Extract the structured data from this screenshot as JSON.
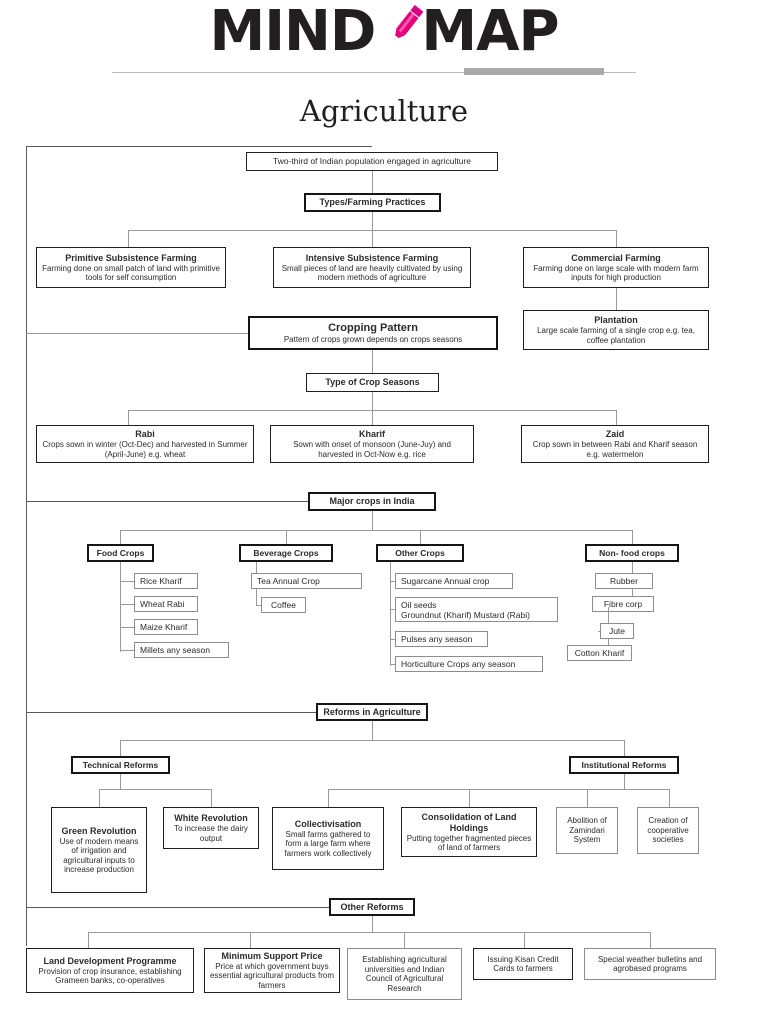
{
  "header": {
    "title_mind": "MIND",
    "title_map": "MAP",
    "pencil_icon": "pencil-icon",
    "pencil_color": "#e5007e",
    "subject": "Agriculture"
  },
  "root": {
    "intro": "Two-third of Indian population engaged in agriculture",
    "types_label": "Types/Farming Practices"
  },
  "farming_types": [
    {
      "title": "Primitive Subsistence Farming",
      "desc": "Farming done on small patch of land with primitive tools for self consumption"
    },
    {
      "title": "Intensive Subsistence Farming",
      "desc": "Small pieces of land are heavily cultivated by using modern methods of agriculture"
    },
    {
      "title": "Commercial Farming",
      "desc": "Farming done on large scale with modern farm inputs for high production"
    }
  ],
  "plantation": {
    "title": "Plantation",
    "desc": "Large scale farming of a single crop e.g. tea, coffee plantation"
  },
  "cropping_pattern": {
    "title": "Cropping Pattern",
    "desc": "Pattern of crops grown depends on crops seasons"
  },
  "crop_seasons": {
    "label": "Type of Crop Seasons",
    "items": [
      {
        "title": "Rabi",
        "desc": "Crops sown in winter (Oct-Dec) and harvested in Summer (April-June) e.g. wheat"
      },
      {
        "title": "Kharif",
        "desc": "Sown with onset of monsoon (June-Juy) and harvested in Oct-Now e.g. rice"
      },
      {
        "title": "Zaid",
        "desc": "Crop sown in between Rabi and Kharif season e.g. watermelon"
      }
    ]
  },
  "major_crops": {
    "label": "Major crops in India",
    "categories": [
      {
        "name": "Food Crops",
        "items": [
          "Rice Kharif",
          "Wheat Rabi",
          "Maize Kharif",
          "Millets any season"
        ]
      },
      {
        "name": "Beverage Crops",
        "items": [
          "Tea Annual Crop",
          "Coffee"
        ]
      },
      {
        "name": "Other Crops",
        "items": [
          "Sugarcane Annual crop",
          "Oil seeds\nGroundnut (Kharif) Mustard (Rabi)",
          "Pulses any season",
          "Horticulture Crops any season"
        ]
      },
      {
        "name": "Non- food crops",
        "items": [
          "Rubber",
          "Fibre corp",
          "Jute",
          "Cotton Kharif"
        ]
      }
    ]
  },
  "reforms": {
    "label": "Reforms in Agriculture",
    "technical_label": "Technical Reforms",
    "institutional_label": "Institutional Reforms",
    "technical": [
      {
        "title": "Green Revolution",
        "desc": "Use of modern means of irrigation and agricultural inputs to increase production"
      },
      {
        "title": "White Revolution",
        "desc": "To increase the dairy output"
      }
    ],
    "institutional": [
      {
        "title": "Collectivisation",
        "desc": "Small farms gathered to form a large farm where farmers work collectively"
      },
      {
        "title": "Consolidation of Land Holdings",
        "desc": "Putting together fragmented pieces of land of farmers"
      },
      {
        "title": "",
        "desc": "Abolition of Zamindari System"
      },
      {
        "title": "",
        "desc": "Creation of cooperative societies"
      }
    ]
  },
  "other_reforms": {
    "label": "Other Reforms",
    "items": [
      {
        "title": "Land Development Programme",
        "desc": "Provision of crop insurance, establishing Grameen banks, co-operatives"
      },
      {
        "title": "Minimum Support Price",
        "desc": "Price at which government buys essential agricultural products from farmers"
      },
      {
        "title": "",
        "desc": "Establishing agricultural universities and Indian Council of Agricultural Research"
      },
      {
        "title": "",
        "desc": "Issuing Kisan Credit Cards to farmers"
      },
      {
        "title": "",
        "desc": "Special weather bulletins and agrobased programs"
      }
    ]
  }
}
